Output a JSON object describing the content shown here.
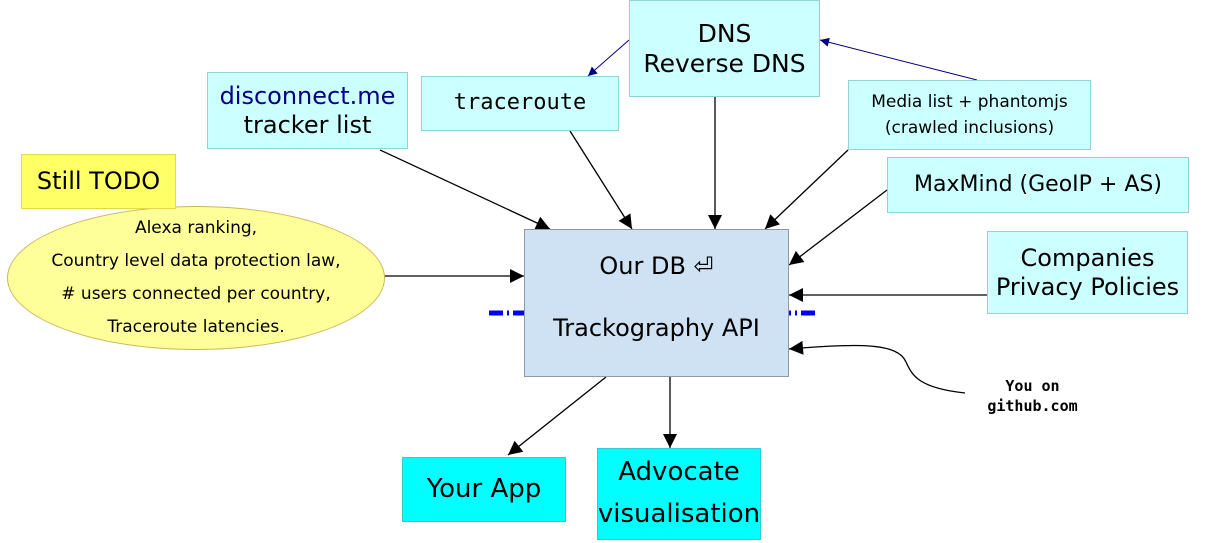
{
  "sources": {
    "dns": {
      "line1": "DNS",
      "line2": "Reverse DNS"
    },
    "disconnect": {
      "line1": "disconnect.me",
      "line2": "tracker list"
    },
    "traceroute": {
      "label": "traceroute"
    },
    "media_list": {
      "line1": "Media list + phantomjs",
      "line2": "(crawled inclusions)"
    },
    "maxmind": {
      "label": "MaxMind (GeoIP + AS)"
    },
    "companies": {
      "line1": "Companies",
      "line2": "Privacy Policies"
    }
  },
  "todo": {
    "label": "Still TODO",
    "items": [
      "Alexa ranking,",
      "Country level data protection law,",
      "# users connected per country,",
      "Traceroute latencies."
    ]
  },
  "core": {
    "db_label": "Our DB ⏎",
    "api_label": "Trackography API"
  },
  "github_note": {
    "line1": "You on",
    "line2": "github.com"
  },
  "outputs": {
    "your_app": {
      "label": "Your App"
    },
    "advocate": {
      "line1": "Advocate",
      "line2": "visualisation"
    }
  },
  "colors": {
    "source_box": "#ccffff",
    "output_box": "#00ffff",
    "db_box": "#cfe2f3",
    "todo_label": "#ffff66",
    "todo_ellipse": "#ffff99",
    "separator": "#0000ff",
    "dns_arrows": "#000080"
  }
}
